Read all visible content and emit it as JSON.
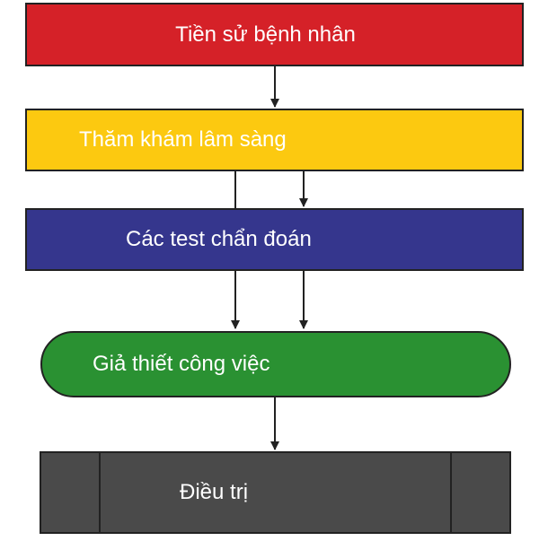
{
  "flowchart": {
    "steps": [
      {
        "label": "Tiền sử bệnh nhân",
        "color": "#d52128"
      },
      {
        "label": "Thăm khám lâm sàng",
        "color": "#fcc910"
      },
      {
        "label": "Các test chẩn đoán",
        "color": "#35368d"
      },
      {
        "label": "Giả thiết công việc",
        "color": "#2a9132"
      },
      {
        "label": "Điều trị",
        "color": "#4a4a4a"
      }
    ],
    "connector_color": "#222222"
  }
}
